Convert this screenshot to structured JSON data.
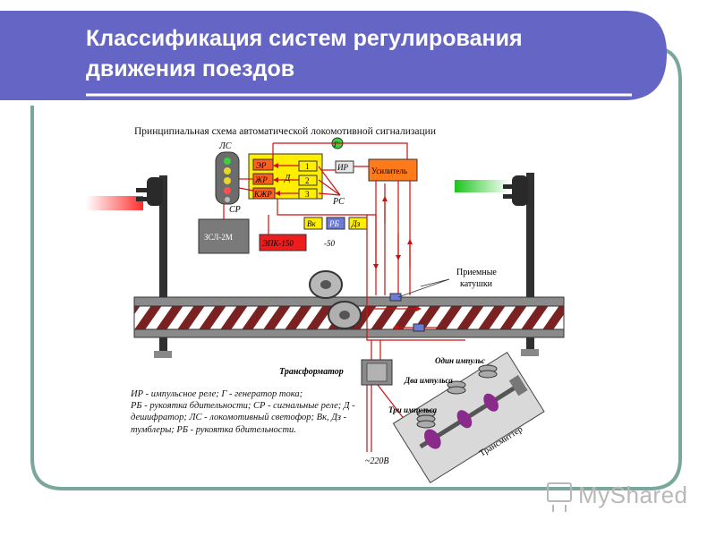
{
  "slide": {
    "title_line1": "Классификация систем регулирования",
    "title_line2": "движения поездов"
  },
  "diagram": {
    "heading": "Принципиальная схема автоматической локомотивной сигнализации",
    "labels": {
      "ls": "ЛС",
      "sr": "СР",
      "g": "Г",
      "er": "ЭР",
      "zhr": "ЖР",
      "kzhr": "КЖР",
      "n1": "1",
      "n2": "2",
      "n3": "3",
      "d": "Д",
      "ir": "ИР",
      "rs": "РС",
      "amp": "Усилитель",
      "vk": "Вк",
      "rb": "РБ",
      "dz": "Дз",
      "zsl": "ЗСЛ-2М",
      "epk": "ЭПК-150",
      "minus50": "-50",
      "coils_1": "Приемные",
      "coils_2": "катушки",
      "transformer": "Трансформатор",
      "one_pulse": "Один импульс",
      "two_pulses": "Два импульса",
      "three_pulses": "Три импульса",
      "transmitter": "Трансмиттер",
      "v220": "~220В"
    },
    "legend": "ИР - импульсное реле; Г - генератор тока;\nРБ - рукоятка бдительности; СР - сигнальные реле; Д - дешифратор; ЛС - локомотивный светофор; Вк, Дз - тумблеры; РБ - рукоятка бдительности."
  },
  "watermark": "MyShared",
  "colors": {
    "header": "#6565c6",
    "frame_border": "#7aa79c",
    "relay_box": "#ffee00",
    "amp_box": "#ff7a1a",
    "epk_box": "#ee1c1c",
    "rb_box": "#6d7ad6",
    "wire": "#cc1010",
    "rail_stripe": "#7a2222"
  }
}
